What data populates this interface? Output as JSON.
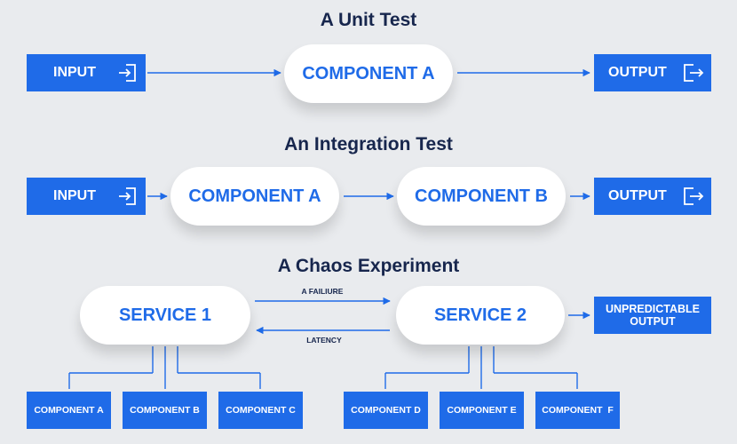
{
  "colors": {
    "accent": "#1f6be8",
    "title": "#17264d",
    "background": "#e9ebee"
  },
  "unit_test": {
    "title": "A Unit Test",
    "input": "INPUT",
    "component": "COMPONENT A",
    "output": "OUTPUT"
  },
  "integration_test": {
    "title": "An Integration Test",
    "input": "INPUT",
    "component_a": "COMPONENT A",
    "component_b": "COMPONENT B",
    "output": "OUTPUT"
  },
  "chaos_experiment": {
    "title": "A Chaos Experiment",
    "service_1": "SERVICE 1",
    "service_2": "SERVICE 2",
    "failure_label": "A FAILIURE",
    "latency_label": "LATENCY",
    "output": "UNPREDICTABLE OUTPUT",
    "service_1_components": [
      "COMPONENT A",
      "COMPONENT B",
      "COMPONENT C"
    ],
    "service_2_components": [
      "COMPONENT D",
      "COMPONENT E",
      "COMPONENT  F"
    ]
  },
  "icons": {
    "input": "login-icon",
    "output": "logout-icon"
  }
}
